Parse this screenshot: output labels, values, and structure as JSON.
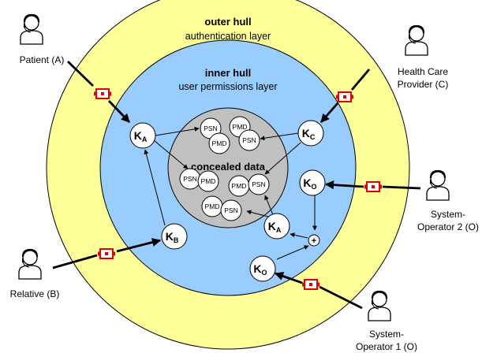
{
  "outer_hull": {
    "title": "outer hull",
    "subtitle": "authentication layer",
    "color": "#ffff99"
  },
  "inner_hull": {
    "title": "inner hull",
    "subtitle": "user permissions layer",
    "color": "#99ccff"
  },
  "core": {
    "title": "concealed data",
    "color": "#c0c0c0"
  },
  "actors": {
    "patient": {
      "label_lines": [
        "Patient (A)"
      ]
    },
    "provider": {
      "label_lines": [
        "Health Care",
        "Provider (C)"
      ]
    },
    "relative": {
      "label_lines": [
        "Relative (B)"
      ]
    },
    "operator2": {
      "label_lines": [
        "System-",
        "Operator 2 (O)"
      ]
    },
    "operator1": {
      "label_lines": [
        "System-",
        "Operator 1 (O)"
      ]
    }
  },
  "keys": {
    "ka_top": {
      "main": "K",
      "sub": "A"
    },
    "kc": {
      "main": "K",
      "sub": "C"
    },
    "kb": {
      "main": "K",
      "sub": "B"
    },
    "ko_right": {
      "main": "K",
      "sub": "O"
    },
    "ka_inner": {
      "main": "K",
      "sub": "A"
    },
    "ko_bottom": {
      "main": "K",
      "sub": "O"
    }
  },
  "combine_symbol": "+",
  "data_items": {
    "psn": "PSN",
    "pmd": "PMD"
  },
  "colors": {
    "lock": "#e00000",
    "line": "#000000"
  },
  "icons": [
    "person-icon",
    "lock-icon"
  ]
}
